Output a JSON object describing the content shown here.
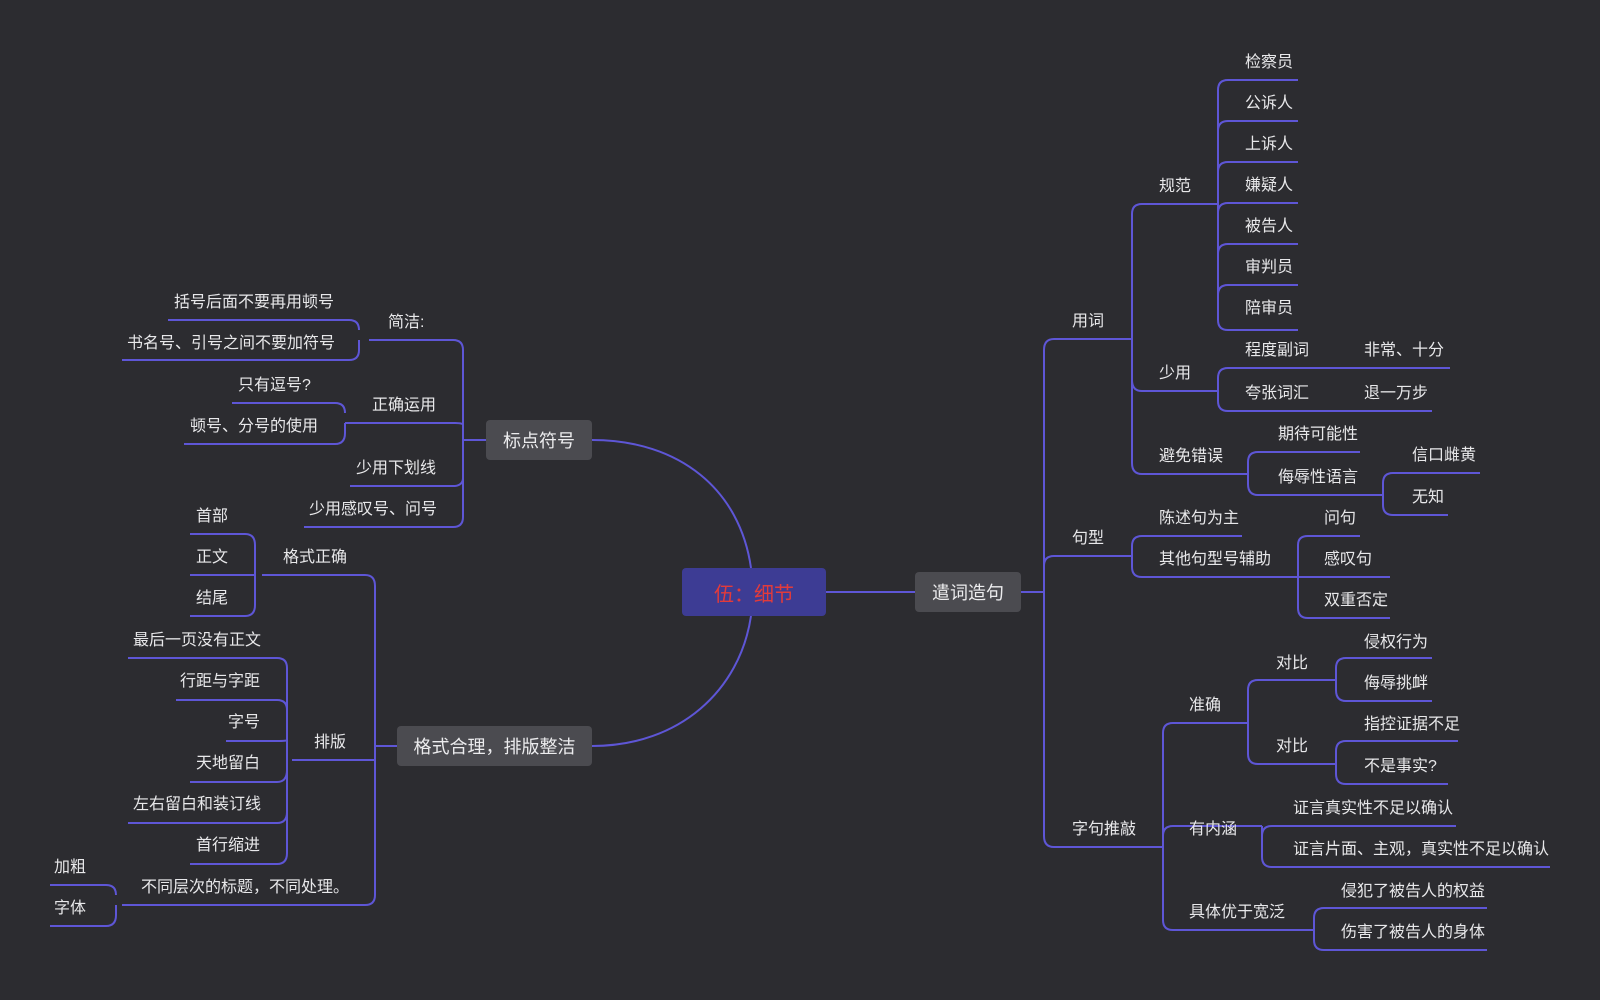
{
  "root": "伍：细节",
  "branches": {
    "punct": "标点符号",
    "format": "格式合理，排版整洁",
    "words": "遣词造句"
  },
  "punct": {
    "jianjie": "简洁:",
    "jianjie_1": "括号后面不要再用顿号",
    "jianjie_2": "书名号、引号之间不要加符号",
    "zhengque": "正确运用",
    "zhengque_1": "只有逗号?",
    "zhengque_2": "顿号、分号的使用",
    "underline": "少用下划线",
    "exclaim": "少用感叹号、问号"
  },
  "format": {
    "geshi": "格式正确",
    "geshi_1": "首部",
    "geshi_2": "正文",
    "geshi_3": "结尾",
    "paiban": "排版",
    "paiban_1": "最后一页没有正文",
    "paiban_2": "行距与字距",
    "paiban_3": "字号",
    "paiban_4": "天地留白",
    "paiban_5": "左右留白和装订线",
    "paiban_6": "首行缩进",
    "heading": "不同层次的标题，不同处理。",
    "heading_1": "加粗",
    "heading_2": "字体"
  },
  "words": {
    "yongci": "用词",
    "guifan": "规范",
    "guifan_items": [
      "检察员",
      "公诉人",
      "上诉人",
      "嫌疑人",
      "被告人",
      "审判员",
      "陪审员"
    ],
    "shaoyong": "少用",
    "chengdu": "程度副词",
    "chengdu_ex": "非常、十分",
    "kuazhang": "夸张词汇",
    "kuazhang_ex": "退一万步",
    "bimian": "避免错误",
    "qidai": "期待可能性",
    "wuru": "侮辱性语言",
    "wuru_1": "信口雌黄",
    "wuru_2": "无知",
    "juxing": "句型",
    "chenshu": "陈述句为主",
    "qita": "其他句型号辅助",
    "qita_1": "问句",
    "qita_2": "感叹句",
    "qita_3": "双重否定",
    "tuiqiao": "字句推敲",
    "zhunque": "准确",
    "duibi1": "对比",
    "duibi1_1": "侵权行为",
    "duibi1_2": "侮辱挑衅",
    "duibi2": "对比",
    "duibi2_1": "指控证据不足",
    "duibi2_2": "不是事实?",
    "neihan": "有内涵",
    "neihan_1": "证言真实性不足以确认",
    "neihan_2": "证言片面、主观，真实性不足以确认",
    "juti": "具体优于宽泛",
    "juti_1": "侵犯了被告人的权益",
    "juti_2": "伤害了被告人的身体"
  },
  "colors": {
    "background": "#2c2c30",
    "line": "#5e56d6",
    "root_fill": "#3d3c94",
    "root_text": "#e23b3b",
    "branch_fill": "#4b4b50",
    "text": "#e8e8ea"
  }
}
